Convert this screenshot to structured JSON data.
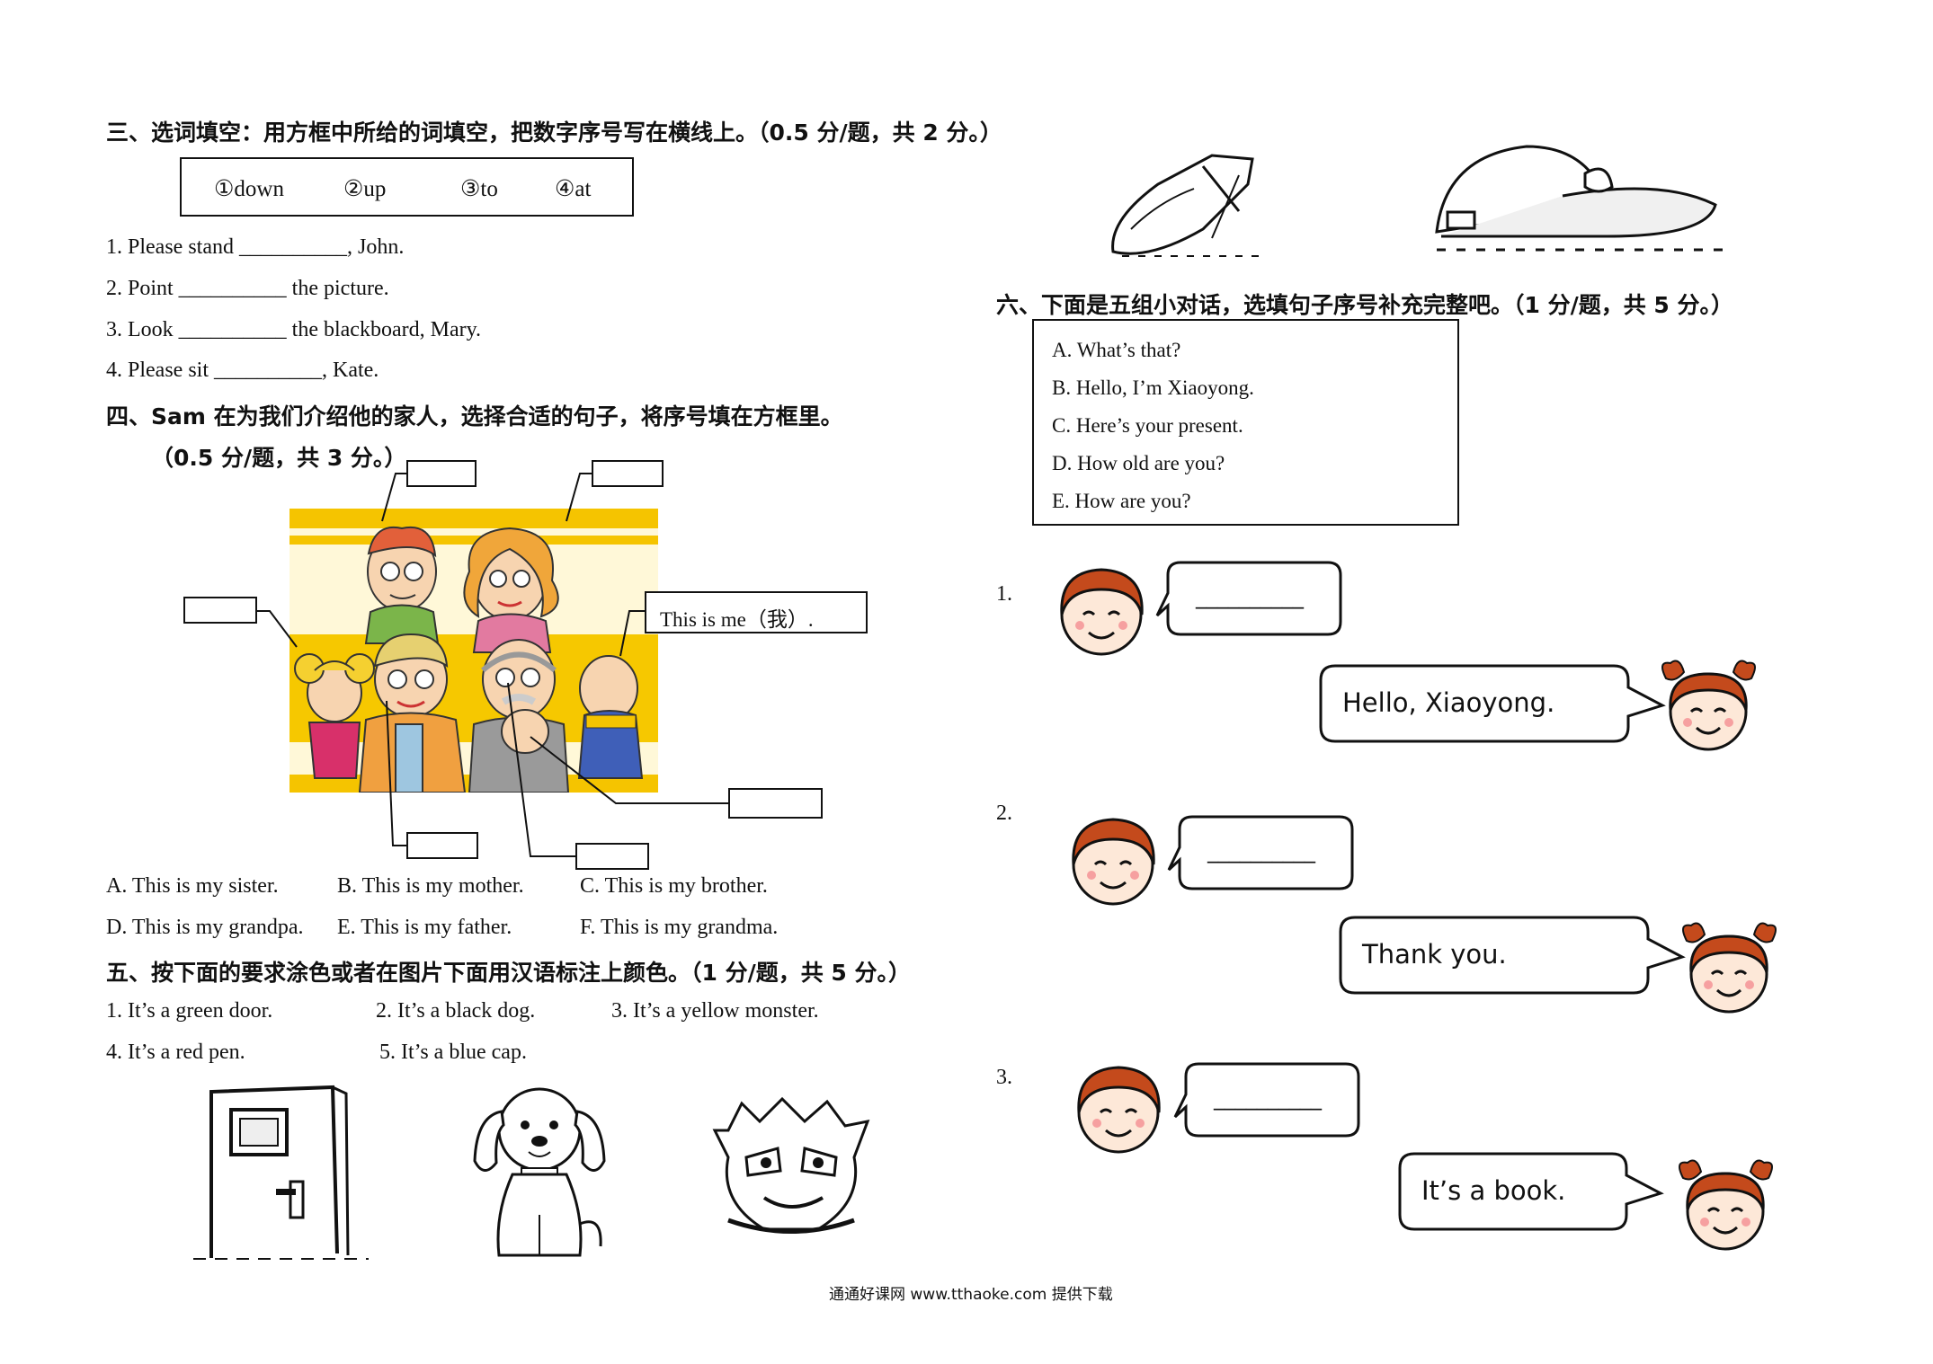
{
  "left": {
    "sec3": {
      "title": "三、选词填空：用方框中所给的词填空，把数字序号写在横线上。（0.5 分/题，共 2 分。）",
      "words": [
        "①down",
        "②up",
        "③to",
        "④at"
      ],
      "items": [
        "1. Please stand __________, John.",
        "2. Point __________ the picture.",
        "3. Look __________ the blackboard, Mary.",
        "4. Please sit __________, Kate."
      ]
    },
    "sec4": {
      "title": "四、Sam 在为我们介绍他的家人，选择合适的句子，将序号填在方框里。",
      "subtitle": "（0.5 分/题，共 3 分。）",
      "label_me": "This is me（我）.",
      "options_row1": [
        "A. This is my sister.",
        "B. This is my mother.",
        "C. This is my brother."
      ],
      "options_row2": [
        "D. This is my grandpa.",
        "E. This is my father.",
        "F. This is my grandma."
      ]
    },
    "sec5": {
      "title": "五、按下面的要求涂色或者在图片下面用汉语标注上颜色。（1 分/题，共 5 分。）",
      "row1": [
        "1. It’s a green door.",
        "2. It’s a black dog.",
        "3. It’s a yellow monster."
      ],
      "row2": [
        "4. It’s a red pen.",
        "5. It’s a blue cap."
      ]
    }
  },
  "right": {
    "sec6": {
      "title": "六、下面是五组小对话，选填句子序号补充完整吧。（1 分/题，共 5 分。）",
      "options": [
        "A. What’s that?",
        "B. Hello, I’m Xiaoyong.",
        "C. Here’s your present.",
        "D. How old are you?",
        "E. How are you?"
      ],
      "dialogs": [
        {
          "num": "1.",
          "blank": "__________",
          "reply": "Hello, Xiaoyong."
        },
        {
          "num": "2.",
          "blank": "__________",
          "reply": "Thank you."
        },
        {
          "num": "3.",
          "blank": "__________",
          "reply": "It’s a book."
        }
      ]
    }
  },
  "footer": "通通好课网  www.tthaoke.com  提供下载"
}
